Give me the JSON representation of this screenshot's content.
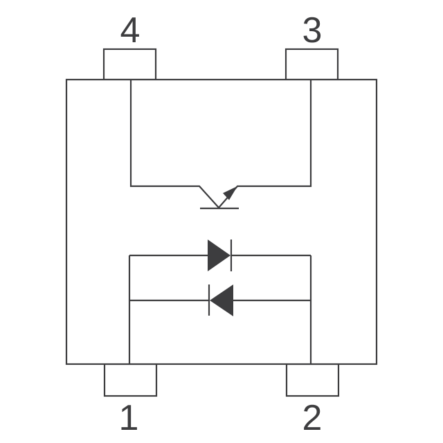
{
  "diagram": {
    "type": "optocoupler-pinout",
    "package_outline": "4-pin",
    "colors": {
      "line": "#3d3d3f",
      "background": "#ffffff"
    },
    "pins": [
      {
        "number": "1",
        "position": "bottom-left",
        "connects_to": "diode-anode/cathode node (left)"
      },
      {
        "number": "2",
        "position": "bottom-right",
        "connects_to": "diode-anode/cathode node (right)"
      },
      {
        "number": "3",
        "position": "top-right",
        "connects_to": "phototransistor emitter"
      },
      {
        "number": "4",
        "position": "top-left",
        "connects_to": "phototransistor collector"
      }
    ],
    "components": [
      {
        "name": "led-forward",
        "kind": "diode",
        "direction": "left-to-right"
      },
      {
        "name": "led-reverse",
        "kind": "diode",
        "direction": "right-to-left"
      },
      {
        "name": "phototransistor",
        "kind": "npn-transistor-no-base",
        "emitter_arrow": "out"
      }
    ]
  }
}
